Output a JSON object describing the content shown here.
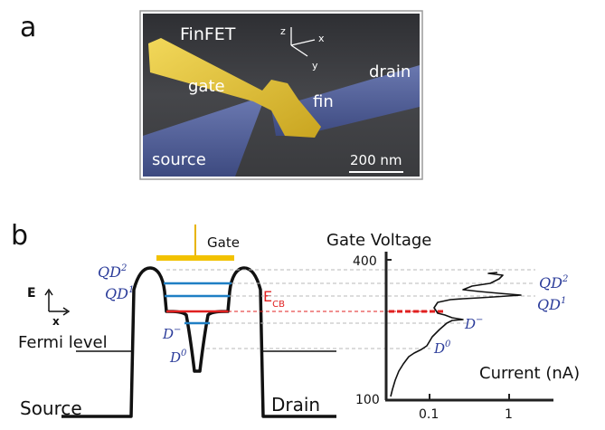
{
  "panel_a": {
    "letter": "a",
    "title": "FinFET",
    "labels": {
      "gate": "gate",
      "fin": "fin",
      "drain": "drain",
      "source": "source"
    },
    "axes": {
      "z": "z",
      "x": "x",
      "y": "y"
    },
    "scalebar": "200 nm"
  },
  "panel_b": {
    "letter": "b",
    "band": {
      "gate": "Gate",
      "energy_axis": "E",
      "x_axis": "x",
      "fermi": "Fermi level",
      "source": "Source",
      "drain": "Drain",
      "qd2": "QD",
      "qd2_sup": "2",
      "qd1": "QD",
      "qd1_sup": "1",
      "ecb": "E",
      "ecb_sub": "CB",
      "dminus": "D",
      "dminus_sup": "−",
      "d0": "D",
      "d0_sup": "0"
    },
    "plot": {
      "ylabel": "Gate Voltage",
      "xlabel": "Current (nA)",
      "yticks": [
        "400",
        "100"
      ],
      "xticks": [
        "0.1",
        "1"
      ],
      "peak_labels": [
        {
          "text": "QD",
          "sup": "2"
        },
        {
          "text": "QD",
          "sup": "1"
        },
        {
          "text": "D",
          "sup": "−"
        },
        {
          "text": "D",
          "sup": "0"
        }
      ]
    }
  },
  "colors": {
    "gate_gold": "#e8c535",
    "source_drain_blue": "#4f5f9b",
    "level_blue": "#1f7fc4",
    "level_red": "#e02020",
    "label_blue": "#2b3c9a",
    "sem_bg": "#3a3b3e"
  }
}
